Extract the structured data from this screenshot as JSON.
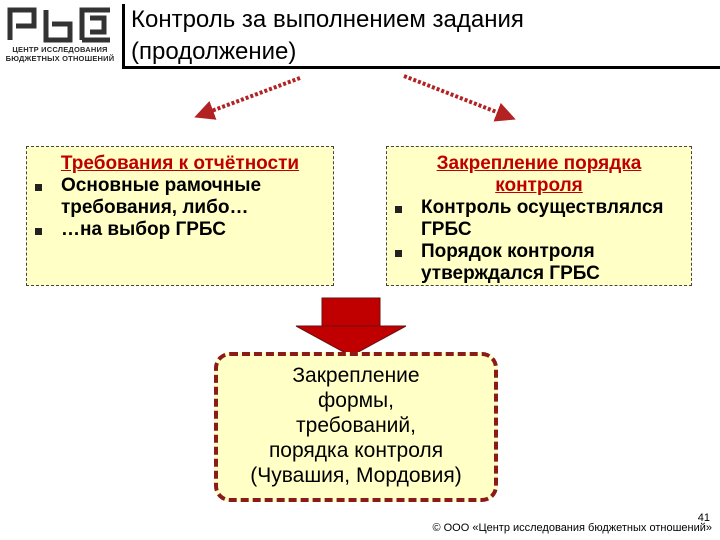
{
  "logo": {
    "mark_text": "рбс",
    "line1": "ЦЕНТР ИССЛЕДОВАНИЯ",
    "line2": "БЮДЖЕТНЫХ ОТНОШЕНИЙ"
  },
  "title": {
    "line1": "Контроль за выполнением задания",
    "line2": "(продолжение)"
  },
  "left_box": {
    "heading": "Требования к отчётности",
    "items": [
      "Основные рамочные требования, либо…",
      "…на выбор ГРБС"
    ]
  },
  "right_box": {
    "heading": "Закрепление порядка контроля",
    "items": [
      "Контроль осуществлялся ГРБС",
      "Порядок контроля утверждался ГРБС"
    ]
  },
  "center_box": {
    "lines": [
      "Закрепление",
      "формы,",
      "требований,",
      "порядка контроля",
      "(Чувашия, Мордовия)"
    ]
  },
  "footer": {
    "copyright": "© ООО «Центр исследования бюджетных отношений»",
    "page_number": "41"
  },
  "colors": {
    "box_fill": "#ffffc6",
    "heading_red": "#c00000",
    "arrow_red": "#b22222",
    "center_border": "#8b1a1a"
  }
}
